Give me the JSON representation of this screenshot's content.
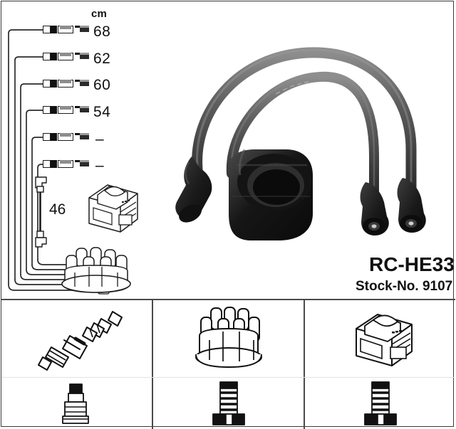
{
  "product": {
    "title": "RC-HE33",
    "stock_label": "Stock-No. 9107"
  },
  "measurements": {
    "unit_header": "cm",
    "rows": [
      {
        "label": "68",
        "value": 68
      },
      {
        "label": "62",
        "value": 62
      },
      {
        "label": "60",
        "value": 60
      },
      {
        "label": "54",
        "value": 54
      },
      {
        "label": "–",
        "value": null
      },
      {
        "label": "–",
        "value": null
      }
    ],
    "coil_lead_label": "46"
  },
  "icons": {
    "spark_plug": "spark-plug-icon",
    "spark_plug_boot": "spark-plug-boot-icon",
    "distributor_cap": "distributor-cap-icon",
    "distributor_terminal": "distributor-terminal-icon",
    "ignition_coil": "ignition-coil-icon",
    "coil_terminal": "coil-terminal-icon"
  },
  "colors": {
    "line": "#2b2b2b",
    "border": "#3a3a3a",
    "cable_dark": "#1e1e1e",
    "cable_mid": "#4a4a4a",
    "cable_light": "#7d7d7d",
    "text": "#111111"
  }
}
